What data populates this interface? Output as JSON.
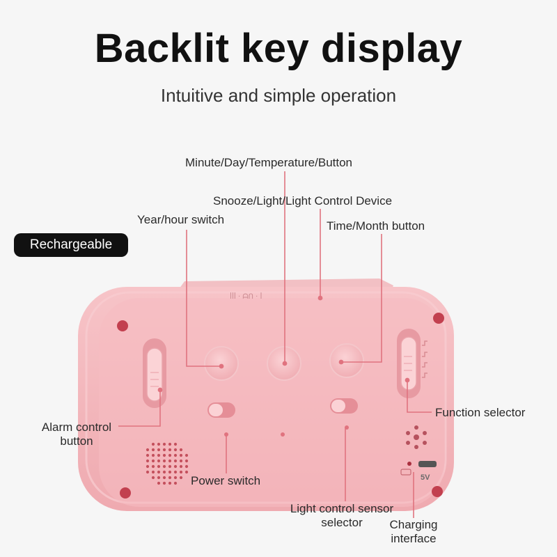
{
  "title": "Backlit key display",
  "subtitle": "Intuitive and simple operation",
  "badge": "Rechargeable",
  "callouts": {
    "minute_day_temp": "Minute/Day/Temperature/Button",
    "snooze_light": "Snooze/Light/Light Control Device",
    "year_hour": "Year/hour switch",
    "time_month": "Time/Month button",
    "alarm_control_line1": "Alarm control",
    "alarm_control_line2": "button",
    "function_selector": "Function selector",
    "power_switch": "Power switch",
    "light_sensor_line1": "Light control sensor",
    "light_sensor_line2": "selector",
    "charging_line1": "Charging",
    "charging_line2": "interface"
  },
  "device": {
    "port_label": "5V",
    "body_color": "#f4b8bd",
    "accent_color": "#e0737f"
  }
}
